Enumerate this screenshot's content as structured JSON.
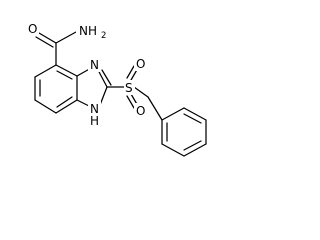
{
  "molecule": {
    "labels": {
      "amide_nitrogen": "NH",
      "amide_h_count": "2",
      "amide_oxygen": "O",
      "imidazole_nitrogen": "N",
      "imidazole_nh_nitrogen": "N",
      "imidazole_nh_hydrogen": "H",
      "sulfur": "S",
      "sulfonyl_oxygen_top": "O",
      "sulfonyl_oxygen_bottom": "O"
    }
  }
}
